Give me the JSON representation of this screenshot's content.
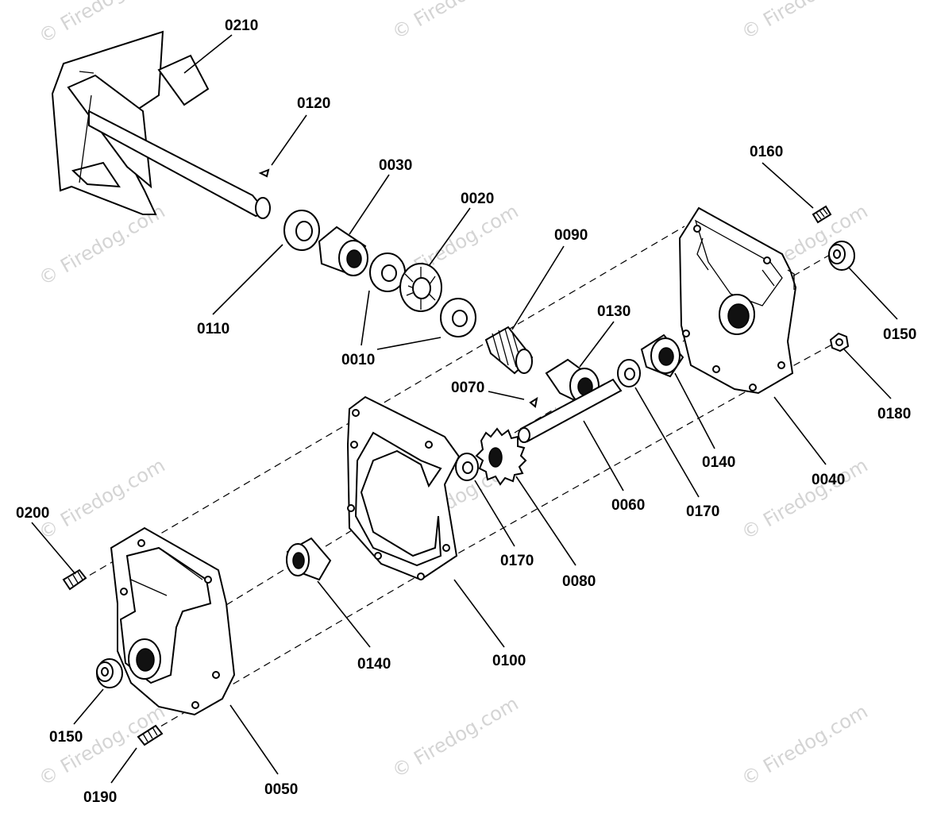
{
  "watermark": "© Firedog.com",
  "labels": {
    "p0210": "0210",
    "p0120": "0120",
    "p0030": "0030",
    "p0020": "0020",
    "p0090": "0090",
    "p0160": "0160",
    "p0110": "0110",
    "p0010": "0010",
    "p0130": "0130",
    "p0150_right": "0150",
    "p0070": "0070",
    "p0180": "0180",
    "p0140_right": "0140",
    "p0040": "0040",
    "p0060": "0060",
    "p0170_right": "0170",
    "p0200": "0200",
    "p0170_left": "0170",
    "p0080": "0080",
    "p0140_left": "0140",
    "p0100": "0100",
    "p0150_left": "0150",
    "p0050": "0050",
    "p0190": "0190"
  }
}
